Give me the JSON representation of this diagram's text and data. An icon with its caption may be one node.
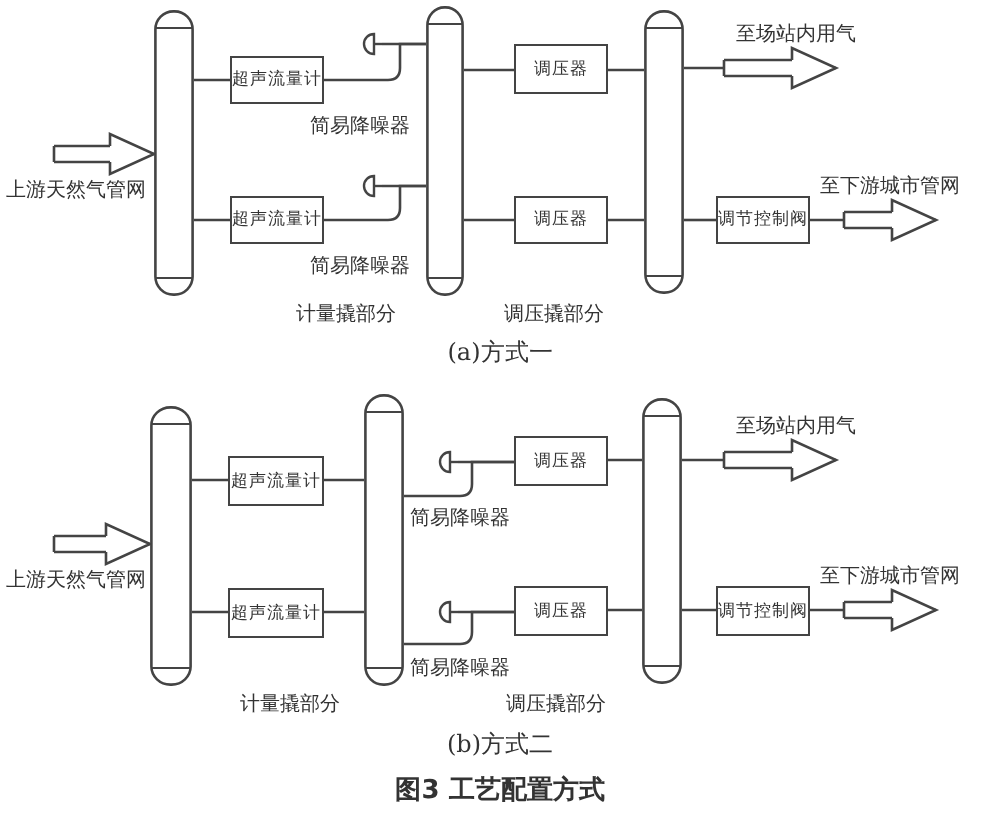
{
  "diagram": {
    "caption": "图3 工艺配置方式",
    "nodes": [
      {
        "text": [],
        "shape": "cylinder"
      },
      {
        "text": [
          "超声流量计"
        ]
      },
      {
        "text": [
          "超声流量计"
        ]
      },
      {
        "text": [],
        "shape": "cap"
      },
      {
        "text": [],
        "shape": "cap"
      },
      {
        "text": [],
        "shape": "cylinder"
      },
      {
        "text": [
          "调压器"
        ]
      },
      {
        "text": [
          "调压器"
        ]
      },
      {
        "text": [],
        "shape": "cylinder"
      },
      {
        "text": [
          "调节控制阀"
        ]
      },
      {
        "text": [],
        "shape": "cylinder"
      },
      {
        "text": [
          "超声流量计"
        ]
      },
      {
        "text": [
          "超声流量计"
        ]
      },
      {
        "text": [],
        "shape": "cylinder"
      },
      {
        "text": [],
        "shape": "cap"
      },
      {
        "text": [],
        "shape": "cap"
      },
      {
        "text": [
          "调压器"
        ]
      },
      {
        "text": [
          "调压器"
        ]
      },
      {
        "text": [],
        "shape": "cylinder"
      },
      {
        "text": [
          "调节控制阀"
        ]
      }
    ],
    "edges": [
      {
        "from": null,
        "to": 0,
        "arrow": "to",
        "label": "上游天然气管网"
      },
      {
        "from": 0,
        "to": 1,
        "arrow": "none"
      },
      {
        "from": 0,
        "to": 2,
        "arrow": "none"
      },
      {
        "from": 1,
        "to": 5,
        "arrow": "none"
      },
      {
        "from": 3,
        "to": 5,
        "arrow": "none"
      },
      {
        "from": 2,
        "to": 5,
        "arrow": "none"
      },
      {
        "from": 4,
        "to": 5,
        "arrow": "none"
      },
      {
        "from": 5,
        "to": 6,
        "arrow": "none"
      },
      {
        "from": 5,
        "to": 7,
        "arrow": "none"
      },
      {
        "from": 6,
        "to": 8,
        "arrow": "none"
      },
      {
        "from": 7,
        "to": 8,
        "arrow": "none"
      },
      {
        "from": 8,
        "to": null,
        "arrow": "to",
        "label": "至场站内用气"
      },
      {
        "from": 8,
        "to": 9,
        "arrow": "none"
      },
      {
        "from": 9,
        "to": null,
        "arrow": "to",
        "label": "至下游城市管网"
      },
      {
        "from": null,
        "to": 10,
        "arrow": "to",
        "label": "上游天然气管网"
      },
      {
        "from": 10,
        "to": 11,
        "arrow": "none"
      },
      {
        "from": 10,
        "to": 12,
        "arrow": "none"
      },
      {
        "from": 11,
        "to": 13,
        "arrow": "none"
      },
      {
        "from": 12,
        "to": 13,
        "arrow": "none"
      },
      {
        "from": 13,
        "to": 16,
        "arrow": "none"
      },
      {
        "from": 14,
        "to": 16,
        "arrow": "none"
      },
      {
        "from": 13,
        "to": 17,
        "arrow": "none"
      },
      {
        "from": 15,
        "to": 17,
        "arrow": "none"
      },
      {
        "from": 16,
        "to": 18,
        "arrow": "none"
      },
      {
        "from": 17,
        "to": 18,
        "arrow": "none"
      },
      {
        "from": 18,
        "to": null,
        "arrow": "to",
        "label": "至场站内用气"
      },
      {
        "from": 18,
        "to": 19,
        "arrow": "none"
      },
      {
        "from": 19,
        "to": null,
        "arrow": "to",
        "label": "至下游城市管网"
      }
    ],
    "labels": [
      "简易降噪器",
      "简易降噪器",
      "计量撬部分",
      "调压撬部分",
      "(a)方式一",
      "简易降噪器",
      "简易降噪器",
      "计量撬部分",
      "调压撬部分",
      "(b)方式二"
    ]
  }
}
